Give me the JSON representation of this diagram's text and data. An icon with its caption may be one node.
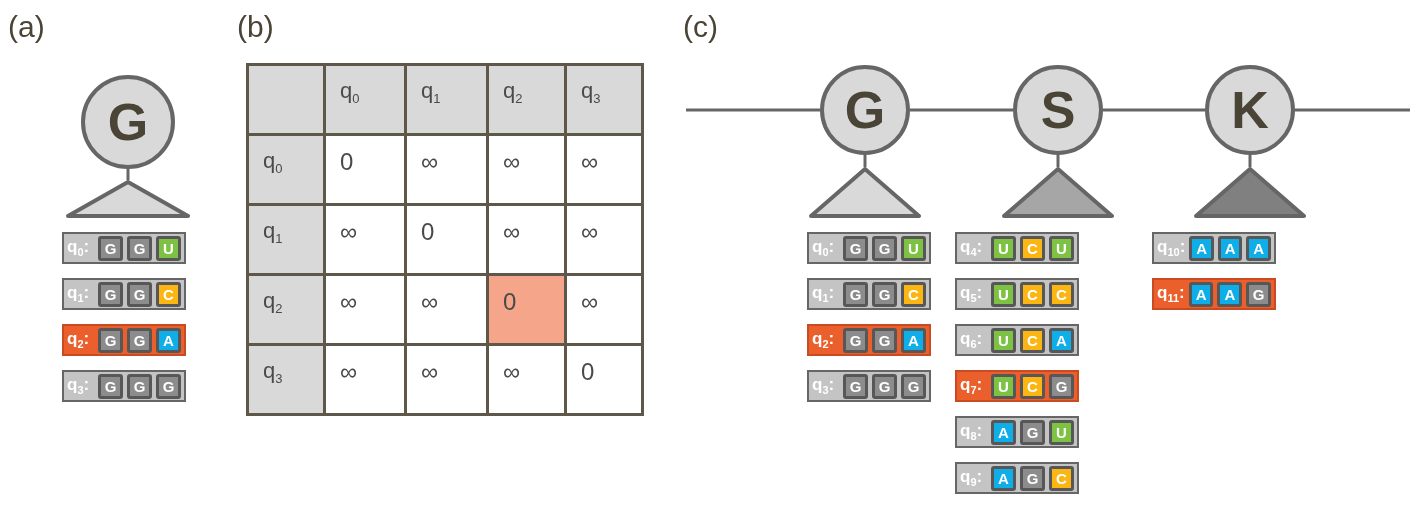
{
  "diagram": {
    "nodes": [
      {
        "text": [
          "G"
        ]
      },
      {
        "text": [],
        "shape": "triangle"
      },
      {
        "text": [
          "q$_{0}$:"
        ]
      },
      {
        "text": [
          "G"
        ],
        "in": 2
      },
      {
        "text": [
          "G"
        ],
        "in": 2
      },
      {
        "text": [
          "U"
        ],
        "in": 2
      },
      {
        "text": [
          "q$_{1}$:"
        ]
      },
      {
        "text": [
          "G"
        ],
        "in": 6
      },
      {
        "text": [
          "G"
        ],
        "in": 6
      },
      {
        "text": [
          "C"
        ],
        "in": 6
      },
      {
        "text": [
          "q$_{2}$:"
        ]
      },
      {
        "text": [
          "G"
        ],
        "in": 10
      },
      {
        "text": [
          "G"
        ],
        "in": 10
      },
      {
        "text": [
          "A"
        ],
        "in": 10
      },
      {
        "text": [
          "q$_{3}$:"
        ]
      },
      {
        "text": [
          "G"
        ],
        "in": 14
      },
      {
        "text": [
          "G"
        ],
        "in": 14
      },
      {
        "text": [
          "G"
        ],
        "in": 14
      },
      {
        "text": [
          "G"
        ]
      },
      {
        "text": [
          "S"
        ]
      },
      {
        "text": [
          "K"
        ]
      },
      {
        "text": [],
        "shape": "triangle"
      },
      {
        "text": [],
        "shape": "triangle"
      },
      {
        "text": [],
        "shape": "triangle"
      },
      {
        "text": [
          "q$_{0}$:"
        ]
      },
      {
        "text": [
          "G"
        ],
        "in": 24
      },
      {
        "text": [
          "G"
        ],
        "in": 24
      },
      {
        "text": [
          "U"
        ],
        "in": 24
      },
      {
        "text": [
          "q$_{1}$:"
        ]
      },
      {
        "text": [
          "G"
        ],
        "in": 28
      },
      {
        "text": [
          "G"
        ],
        "in": 28
      },
      {
        "text": [
          "C"
        ],
        "in": 28
      },
      {
        "text": [
          "q$_{2}$:"
        ]
      },
      {
        "text": [
          "G"
        ],
        "in": 32
      },
      {
        "text": [
          "G"
        ],
        "in": 32
      },
      {
        "text": [
          "A"
        ],
        "in": 32
      },
      {
        "text": [
          "q$_{3}$:"
        ]
      },
      {
        "text": [
          "G"
        ],
        "in": 36
      },
      {
        "text": [
          "G"
        ],
        "in": 36
      },
      {
        "text": [
          "G"
        ],
        "in": 36
      },
      {
        "text": [
          "q$_{4}$:"
        ]
      },
      {
        "text": [
          "U"
        ],
        "in": 40
      },
      {
        "text": [
          "C"
        ],
        "in": 40
      },
      {
        "text": [
          "U"
        ],
        "in": 40
      },
      {
        "text": [
          "q$_{5}$:"
        ]
      },
      {
        "text": [
          "U"
        ],
        "in": 44
      },
      {
        "text": [
          "C"
        ],
        "in": 44
      },
      {
        "text": [
          "C"
        ],
        "in": 44
      },
      {
        "text": [
          "q$_{6}$:"
        ]
      },
      {
        "text": [
          "U"
        ],
        "in": 48
      },
      {
        "text": [
          "C"
        ],
        "in": 48
      },
      {
        "text": [
          "A"
        ],
        "in": 48
      },
      {
        "text": [
          "q$_{7}$:"
        ]
      },
      {
        "text": [
          "U"
        ],
        "in": 52
      },
      {
        "text": [
          "C"
        ],
        "in": 52
      },
      {
        "text": [
          "G"
        ],
        "in": 52
      },
      {
        "text": [
          "q$_{8}$:"
        ]
      },
      {
        "text": [
          "A"
        ],
        "in": 56
      },
      {
        "text": [
          "G"
        ],
        "in": 56
      },
      {
        "text": [
          "U"
        ],
        "in": 56
      },
      {
        "text": [
          "q$_{9}$:"
        ]
      },
      {
        "text": [
          "A"
        ],
        "in": 60
      },
      {
        "text": [
          "G"
        ],
        "in": 60
      },
      {
        "text": [
          "C"
        ],
        "in": 60
      },
      {
        "text": [
          "q$_{10}$:"
        ]
      },
      {
        "text": [
          "A"
        ],
        "in": 64
      },
      {
        "text": [
          "A"
        ],
        "in": 64
      },
      {
        "text": [
          "A"
        ],
        "in": 64
      },
      {
        "text": [
          "q$_{11}$:"
        ]
      },
      {
        "text": [
          "A"
        ],
        "in": 68
      },
      {
        "text": [
          "A"
        ],
        "in": 68
      },
      {
        "text": [
          "G"
        ],
        "in": 68
      }
    ],
    "edges": [
      {
        "from": 0,
        "to": 1,
        "arrow": "none"
      },
      {
        "from": null,
        "to": 18,
        "arrow": "none"
      },
      {
        "from": 18,
        "to": 19,
        "arrow": "none"
      },
      {
        "from": 19,
        "to": 20,
        "arrow": "none"
      },
      {
        "from": 20,
        "to": null,
        "arrow": "none"
      },
      {
        "from": 18,
        "to": 21,
        "arrow": "none"
      },
      {
        "from": 19,
        "to": 22,
        "arrow": "none"
      },
      {
        "from": 20,
        "to": 23,
        "arrow": "none"
      }
    ],
    "labels": [
      "(a)",
      "(b)",
      "(c)",
      "q$_{0}$",
      "q$_{1}$",
      "q$_{2}$",
      "q$_{3}$",
      "q$_{0}$",
      "0",
      "∞",
      "∞",
      "∞",
      "q$_{1}$",
      "∞",
      "0",
      "∞",
      "∞",
      "q$_{2}$",
      "∞",
      "∞",
      "0",
      "∞",
      "q$_{3}$",
      "∞",
      "∞",
      "∞",
      "0"
    ]
  }
}
